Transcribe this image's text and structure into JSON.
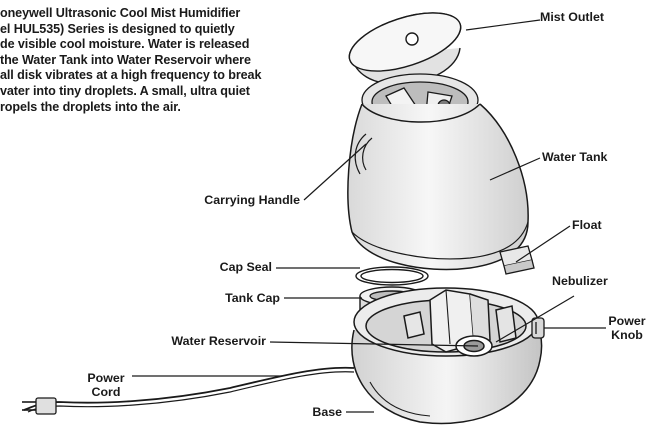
{
  "description": {
    "lines": [
      "oneywell Ultrasonic Cool Mist Humidifier",
      "el HUL535) Series is designed to quietly",
      "de visible cool moisture. Water is released",
      "the Water Tank into Water Reservoir where",
      "all disk vibrates at a high frequency to break",
      "vater into tiny droplets. A small, ultra quiet",
      "ropels the droplets into the air."
    ]
  },
  "labels": {
    "mist_outlet": "Mist Outlet",
    "water_tank": "Water Tank",
    "carrying_handle": "Carrying Handle",
    "float": "Float",
    "cap_seal": "Cap Seal",
    "nebulizer": "Nebulizer",
    "tank_cap": "Tank Cap",
    "power_knob_1": "Power",
    "power_knob_2": "Knob",
    "water_reservoir": "Water Reservoir",
    "power_cord_1": "Power",
    "power_cord_2": "Cord",
    "base": "Base"
  },
  "colors": {
    "line": "#1a1a1a",
    "fill_body": "#f2f2f2",
    "fill_shadow": "#c8c8c8",
    "fill_dark": "#9a9a9a"
  }
}
